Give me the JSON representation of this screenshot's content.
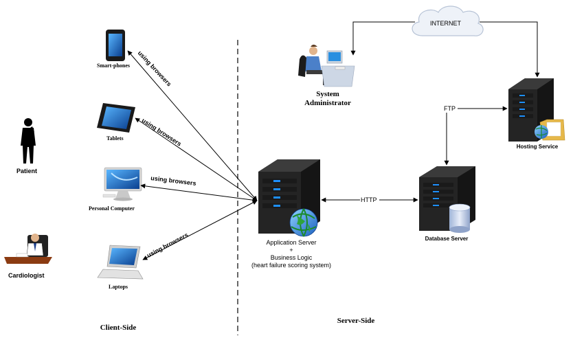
{
  "nodes": {
    "patient": "Patient",
    "cardiologist": "Cardiologist",
    "smartphones": "Smart-phones",
    "tablets": "Tablets",
    "personal_computer": "Personal Computer",
    "laptops": "Laptops",
    "internet": "INTERNET",
    "system_administrator_line1": "System",
    "system_administrator_line2": "Administrator",
    "hosting_service": "Hosting Service",
    "database_server": "Database Server",
    "app_server_line1": "Application Server",
    "app_server_line2": "+",
    "app_server_line3": "Business Logic",
    "app_server_line4": "(heart failure scoring system)"
  },
  "edges": {
    "smartphones": "using browsers",
    "tablets": "using browsers",
    "personal_computer": "using browsers",
    "laptops": "using browsers",
    "http": "HTTP",
    "ftp": "FTP"
  },
  "regions": {
    "client_side": "Client-Side",
    "server_side": "Server-Side"
  },
  "colors": {
    "server_body": "#2b2b2b",
    "server_led": "#1e90ff",
    "line": "#000000",
    "cloud": "#e6ecf5"
  }
}
